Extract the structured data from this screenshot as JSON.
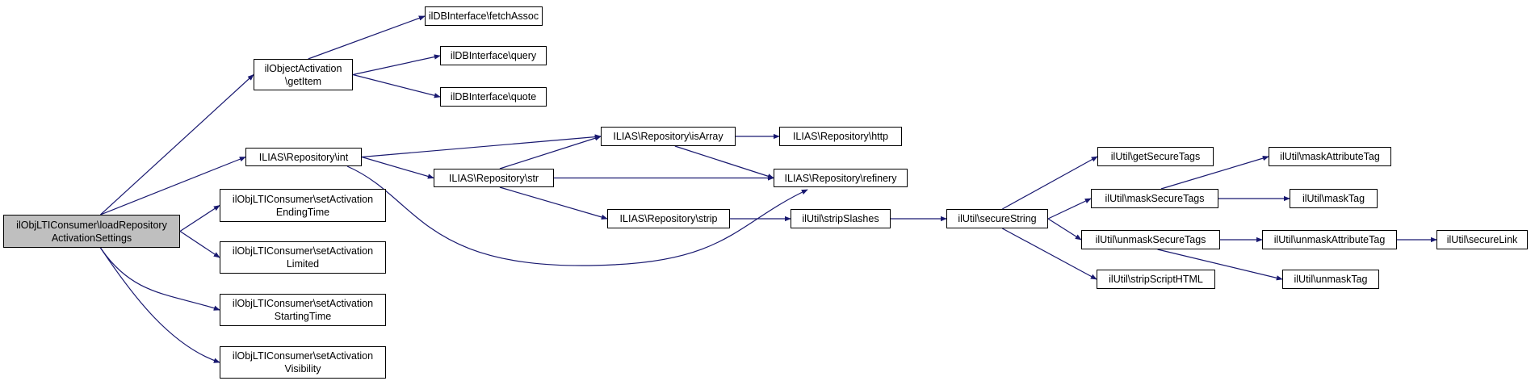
{
  "graph": {
    "colors": {
      "edge": "#191970",
      "node_border": "#000000",
      "node_fill": "#ffffff",
      "root_fill": "#bfbfbf"
    },
    "nodes": [
      {
        "id": "root",
        "lines": [
          "ilObjLTIConsumer\\loadRepository",
          "ActivationSettings"
        ],
        "root": true
      },
      {
        "id": "getItem",
        "lines": [
          "ilObjectActivation",
          "\\getItem"
        ]
      },
      {
        "id": "fetchAssoc",
        "lines": [
          "ilDBInterface\\fetchAssoc"
        ]
      },
      {
        "id": "query",
        "lines": [
          "ilDBInterface\\query"
        ]
      },
      {
        "id": "quote",
        "lines": [
          "ilDBInterface\\quote"
        ]
      },
      {
        "id": "int",
        "lines": [
          "ILIAS\\Repository\\int"
        ]
      },
      {
        "id": "isArray",
        "lines": [
          "ILIAS\\Repository\\isArray"
        ]
      },
      {
        "id": "http",
        "lines": [
          "ILIAS\\Repository\\http"
        ]
      },
      {
        "id": "str",
        "lines": [
          "ILIAS\\Repository\\str"
        ]
      },
      {
        "id": "refinery",
        "lines": [
          "ILIAS\\Repository\\refinery"
        ]
      },
      {
        "id": "strip",
        "lines": [
          "ILIAS\\Repository\\strip"
        ]
      },
      {
        "id": "stripSlashes",
        "lines": [
          "ilUtil\\stripSlashes"
        ]
      },
      {
        "id": "secureString",
        "lines": [
          "ilUtil\\secureString"
        ]
      },
      {
        "id": "getSecureTags",
        "lines": [
          "ilUtil\\getSecureTags"
        ]
      },
      {
        "id": "maskSecureTags",
        "lines": [
          "ilUtil\\maskSecureTags"
        ]
      },
      {
        "id": "maskAttributeTag",
        "lines": [
          "ilUtil\\maskAttributeTag"
        ]
      },
      {
        "id": "maskTag",
        "lines": [
          "ilUtil\\maskTag"
        ]
      },
      {
        "id": "unmaskSecureTags",
        "lines": [
          "ilUtil\\unmaskSecureTags"
        ]
      },
      {
        "id": "unmaskAttributeTag",
        "lines": [
          "ilUtil\\unmaskAttributeTag"
        ]
      },
      {
        "id": "secureLink",
        "lines": [
          "ilUtil\\secureLink"
        ]
      },
      {
        "id": "unmaskTag",
        "lines": [
          "ilUtil\\unmaskTag"
        ]
      },
      {
        "id": "stripScriptHTML",
        "lines": [
          "ilUtil\\stripScriptHTML"
        ]
      },
      {
        "id": "setEndingTime",
        "lines": [
          "ilObjLTIConsumer\\setActivation",
          "EndingTime"
        ]
      },
      {
        "id": "setLimited",
        "lines": [
          "ilObjLTIConsumer\\setActivation",
          "Limited"
        ]
      },
      {
        "id": "setStartingTime",
        "lines": [
          "ilObjLTIConsumer\\setActivation",
          "StartingTime"
        ]
      },
      {
        "id": "setVisibility",
        "lines": [
          "ilObjLTIConsumer\\setActivation",
          "Visibility"
        ]
      }
    ],
    "edges": [
      [
        "root",
        "getItem"
      ],
      [
        "root",
        "int"
      ],
      [
        "root",
        "setEndingTime"
      ],
      [
        "root",
        "setLimited"
      ],
      [
        "root",
        "setStartingTime"
      ],
      [
        "root",
        "setVisibility"
      ],
      [
        "getItem",
        "fetchAssoc"
      ],
      [
        "getItem",
        "query"
      ],
      [
        "getItem",
        "quote"
      ],
      [
        "int",
        "isArray"
      ],
      [
        "int",
        "str"
      ],
      [
        "int",
        "refinery"
      ],
      [
        "isArray",
        "http"
      ],
      [
        "isArray",
        "refinery"
      ],
      [
        "str",
        "isArray"
      ],
      [
        "str",
        "refinery"
      ],
      [
        "str",
        "strip"
      ],
      [
        "strip",
        "stripSlashes"
      ],
      [
        "stripSlashes",
        "secureString"
      ],
      [
        "secureString",
        "getSecureTags"
      ],
      [
        "secureString",
        "maskSecureTags"
      ],
      [
        "secureString",
        "unmaskSecureTags"
      ],
      [
        "secureString",
        "stripScriptHTML"
      ],
      [
        "maskSecureTags",
        "maskAttributeTag"
      ],
      [
        "maskSecureTags",
        "maskTag"
      ],
      [
        "unmaskSecureTags",
        "unmaskAttributeTag"
      ],
      [
        "unmaskSecureTags",
        "unmaskTag"
      ],
      [
        "unmaskAttributeTag",
        "secureLink"
      ]
    ]
  }
}
